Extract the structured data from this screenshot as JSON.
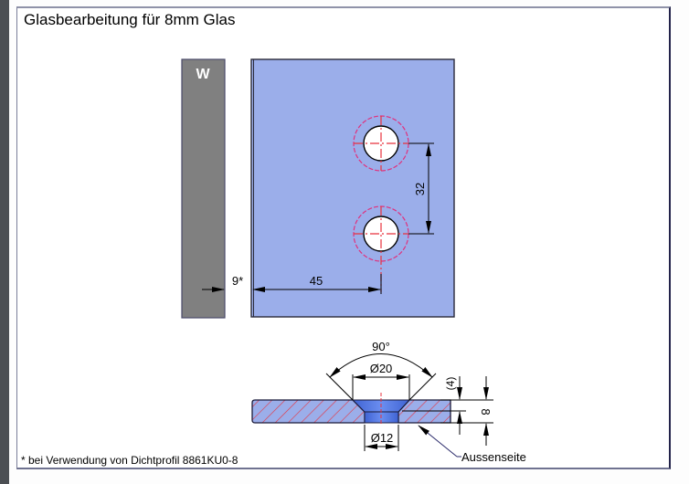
{
  "title": "Glasbearbeitung für 8mm Glas",
  "footnote": "* bei Verwendung von Dichtprofil 8861KU0-8",
  "wall": {
    "label": "W"
  },
  "top_view": {
    "hole_spacing": "32",
    "edge_to_hole": "45",
    "gap": "9*"
  },
  "section_view": {
    "angle": "90°",
    "countersink_diameter": "Ø20",
    "hole_diameter": "Ø12",
    "countersink_depth": "(4)",
    "glass_thickness": "8",
    "outside_label": "Aussenseite"
  },
  "colors": {
    "glass": "#9baeea",
    "wall": "#808080",
    "centerline": "#e8323c",
    "clearance_circle": "#e0307c",
    "hatch": "#e8323c",
    "hole_fill": "#4a6fdc",
    "leader": "#2a2a6a"
  }
}
